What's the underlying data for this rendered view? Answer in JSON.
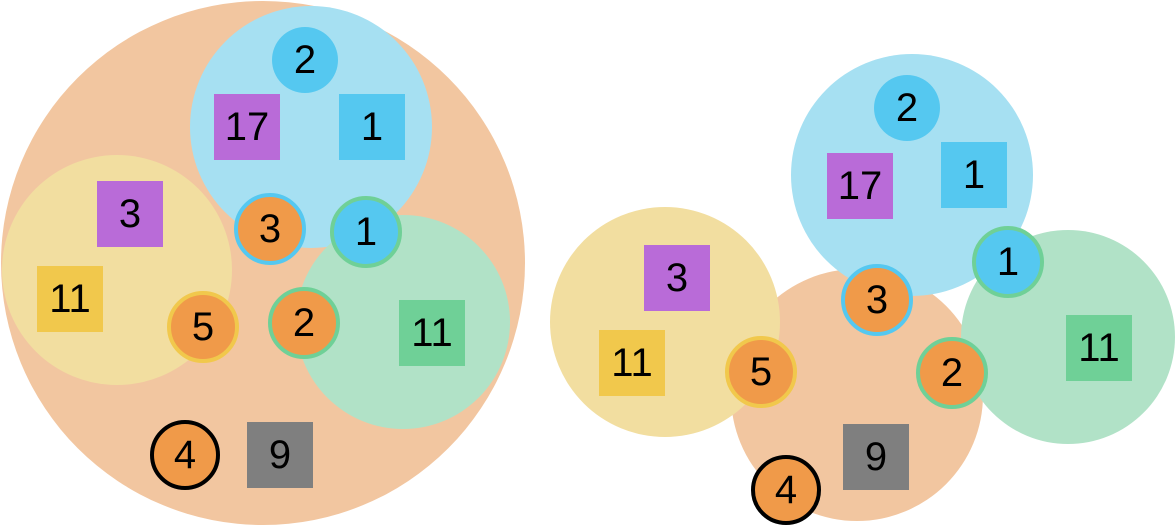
{
  "colors": {
    "orange_region": "#f2c6a0",
    "blue_region": "#a6e0f2",
    "yellow_region": "#f2dea0",
    "green_region": "#b1e2c7",
    "orange_node": "#f09a49",
    "blue_node": "#55c8f0",
    "purple_square": "#b96bd8",
    "yellow_square": "#f1c84c",
    "green_square": "#6fd097",
    "gray_square": "#7f7f7f",
    "blue_ring": "#55c8f0",
    "green_ring": "#6fd097",
    "yellow_ring": "#f1c84c",
    "black_ring": "#000000"
  },
  "left_diagram": {
    "blue_group": {
      "circle_label": "2",
      "purple_square_label": "17",
      "blue_square_label": "1"
    },
    "yellow_group": {
      "purple_square_label": "3",
      "yellow_square_label": "11"
    },
    "green_group": {
      "green_square_label": "11"
    },
    "orange_group": {
      "gray_square_label": "9"
    },
    "nodes": {
      "orange_blue_ring": "3",
      "blue_green_ring": "1",
      "orange_yellow_ring": "5",
      "orange_green_ring": "2",
      "orange_black_ring": "4"
    }
  },
  "right_diagram": {
    "blue_group": {
      "circle_label": "2",
      "purple_square_label": "17",
      "blue_square_label": "1"
    },
    "yellow_group": {
      "purple_square_label": "3",
      "yellow_square_label": "11"
    },
    "green_group": {
      "green_square_label": "11"
    },
    "orange_group": {
      "gray_square_label": "9"
    },
    "nodes": {
      "orange_blue_ring": "3",
      "blue_green_ring": "1",
      "orange_yellow_ring": "5",
      "orange_green_ring": "2",
      "orange_black_ring": "4"
    }
  }
}
